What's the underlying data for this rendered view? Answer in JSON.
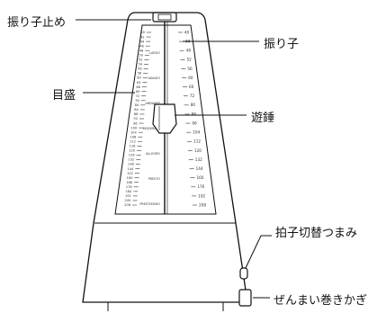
{
  "labels": {
    "pendulum_stop": "振り子止め",
    "pendulum": "振り子",
    "scale": "目盛",
    "sliding_weight": "遊錘",
    "beat_switch_knob": "拍子切替つまみ",
    "winding_key": "ぜんまい巻きかぎ"
  },
  "scale": {
    "left_numbers": [
      "40",
      "42",
      "44",
      "46",
      "48",
      "50",
      "52",
      "54",
      "56",
      "58",
      "60",
      "63",
      "66",
      "69",
      "72",
      "76",
      "80",
      "84",
      "88",
      "92",
      "96",
      "100",
      "104",
      "108",
      "112",
      "116",
      "120",
      "126",
      "132",
      "138",
      "144",
      "152",
      "160",
      "168",
      "176",
      "184",
      "192",
      "200",
      "208"
    ],
    "center_terms": [
      "LARGO",
      "ADAGIO",
      "ANDANTE",
      "MODERATO",
      "ALLEGRO",
      "PRESTO",
      "PRESTISSIMO"
    ],
    "right_numbers": [
      "40",
      "44",
      "48",
      "52",
      "56",
      "60",
      "66",
      "72",
      "80",
      "88",
      "96",
      "104",
      "112",
      "120",
      "132",
      "144",
      "160",
      "176",
      "192",
      "208"
    ]
  },
  "colors": {
    "ink": "#111111",
    "scale_ink": "#333333"
  }
}
